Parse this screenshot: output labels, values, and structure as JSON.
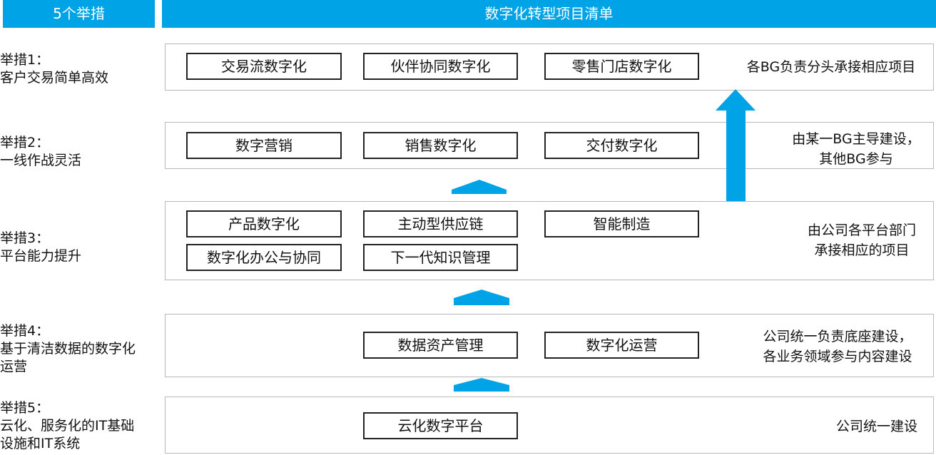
{
  "header": {
    "left_title": "5个举措",
    "right_title": "数字化转型项目清单"
  },
  "rows": [
    {
      "measure": [
        "举措1：",
        "客户交易简单高效"
      ],
      "projects": [
        "交易流数字化",
        "伙伴协同数字化",
        "零售门店数字化"
      ],
      "note": [
        "各BG负责分头承接相应项目"
      ]
    },
    {
      "measure": [
        "举措2：",
        "一线作战灵活"
      ],
      "projects": [
        "数字营销",
        "销售数字化",
        "交付数字化"
      ],
      "note": [
        "由某一BG主导建设，",
        "其他BG参与"
      ]
    },
    {
      "measure": [
        "举措3：",
        "平台能力提升"
      ],
      "projects": [
        "产品数字化",
        "主动型供应链",
        "智能制造",
        "数字化办公与协同",
        "下一代知识管理"
      ],
      "note": [
        "由公司各平台部门",
        "承接相应的项目"
      ]
    },
    {
      "measure": [
        "举措4：",
        "基于清洁数据的数字化",
        "运营"
      ],
      "projects": [
        "数据资产管理",
        "数字化运营"
      ],
      "note": [
        "公司统一负责底座建设，",
        "各业务领域参与内容建设"
      ]
    },
    {
      "measure": [
        "举措5：",
        "云化、服务化的IT基础",
        "设施和IT系统"
      ],
      "projects": [
        "云化数字平台"
      ],
      "note": [
        "公司统一建设"
      ]
    }
  ],
  "colors": {
    "accent": "#00A3E6",
    "box_border": "#222222",
    "frame_border": "#b8b8b8"
  }
}
